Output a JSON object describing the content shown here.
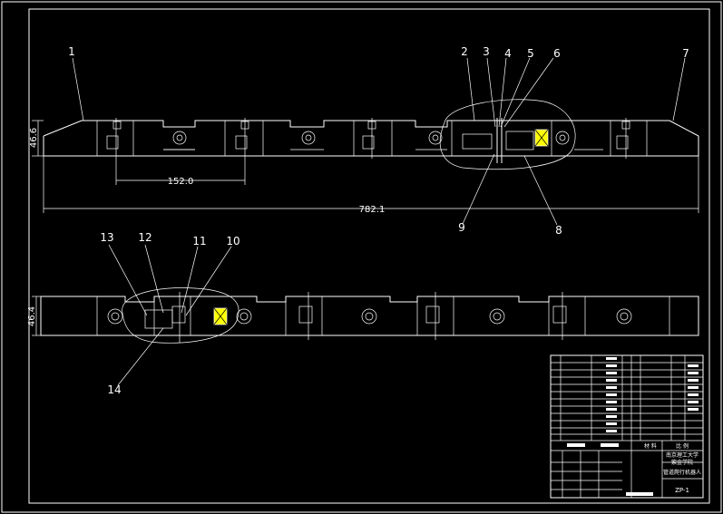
{
  "drawing": {
    "dimensions": {
      "upper_height": "46.6",
      "upper_pitch": "152.0",
      "upper_total": "782.1",
      "lower_height": "46.4"
    },
    "balloons_upper": [
      "1",
      "2",
      "3",
      "4",
      "5",
      "6",
      "7",
      "9",
      "8"
    ],
    "balloons_lower": [
      "13",
      "12",
      "11",
      "10",
      "14"
    ],
    "title_block": {
      "school_line1": "南京理工大学",
      "school_line2": "紫金学院",
      "drawing_title": "管道爬行机器人",
      "sheet_no": "ZP-1",
      "material_label": "材 料",
      "scale_label": "比 例"
    },
    "colors": {
      "line": "#ffffff",
      "highlight": "#ffff00",
      "background": "#000000"
    }
  }
}
